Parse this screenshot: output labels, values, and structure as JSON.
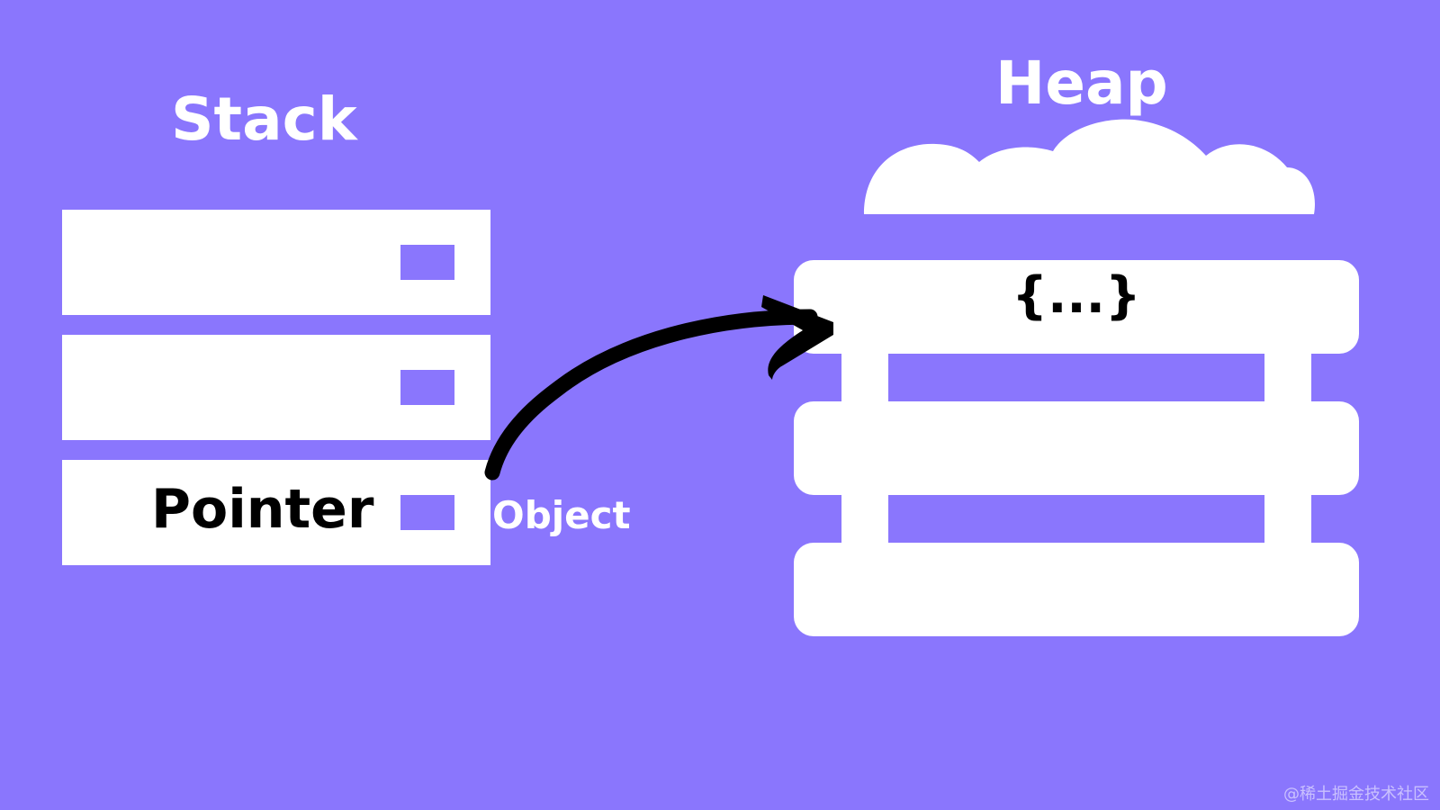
{
  "diagram": {
    "stack_title": "Stack",
    "heap_title": "Heap",
    "pointer_label": "Pointer",
    "object_label": "Object",
    "heap_object": "{...}"
  },
  "watermark": "@稀土掘金技术社区",
  "colors": {
    "background": "#8a76fd",
    "foreground": "#ffffff",
    "ink": "#000000"
  }
}
